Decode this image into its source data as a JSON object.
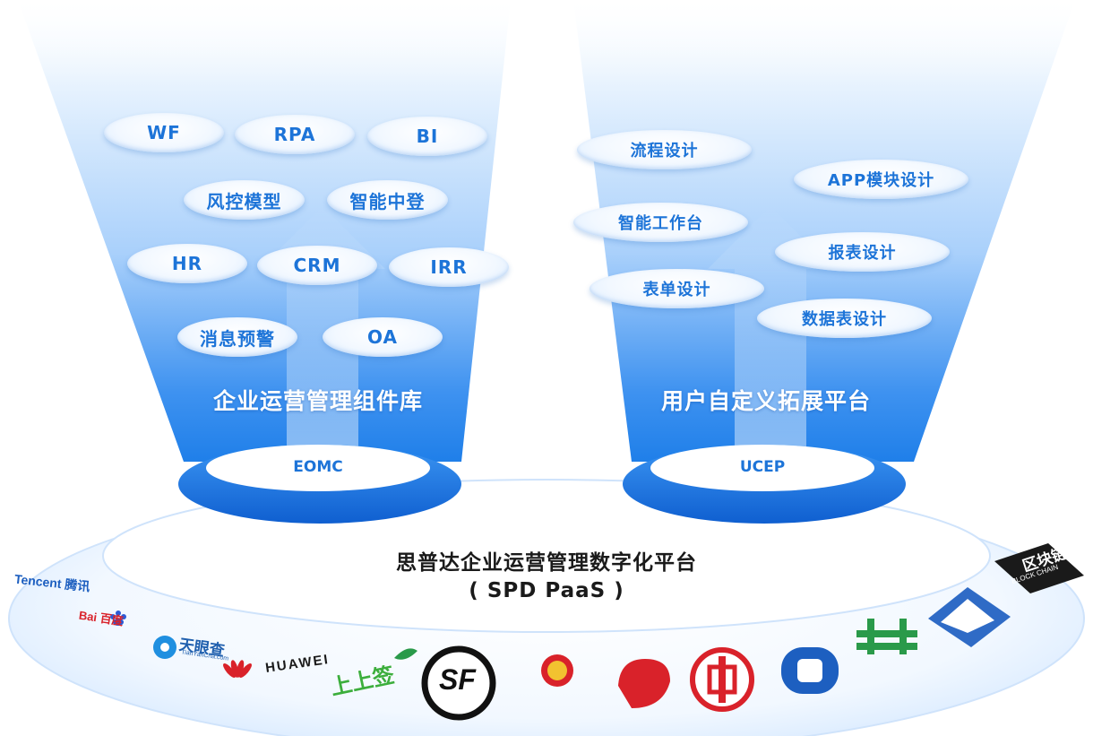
{
  "left_cone": {
    "title": "企业运营管理组件库",
    "base_label": "EOMC",
    "items": [
      "WF",
      "RPA",
      "BI",
      "风控模型",
      "智能中登",
      "HR",
      "CRM",
      "IRR",
      "消息预警",
      "OA"
    ]
  },
  "right_cone": {
    "title": "用户自定义拓展平台",
    "base_label": "UCEP",
    "items": [
      "流程设计",
      "APP模块设计",
      "智能工作台",
      "报表设计",
      "表单设计",
      "数据表设计"
    ]
  },
  "platform": {
    "title": "思普达企业运营管理数字化平台",
    "subtitle": "( SPD PaaS )"
  },
  "logos": {
    "tencent": "Tencent 腾讯",
    "baidu": "Bai 百度",
    "tianyancha": "天眼查",
    "tianyancha_sub": "TianYanCha.com",
    "huawei": "HUAWEI",
    "shangshangqian": "上上签",
    "sf": "SF",
    "blockchain_cn": "区块链",
    "blockchain_en": "BLOCK CHAIN"
  },
  "colors": {
    "accent": "#1d74d8",
    "cone_light": "#dcecfd",
    "cone_dark": "#2a86ec",
    "disc": "#1a6fdf",
    "red_logo": "#d9222a",
    "green_logo": "#2a9a4a"
  }
}
